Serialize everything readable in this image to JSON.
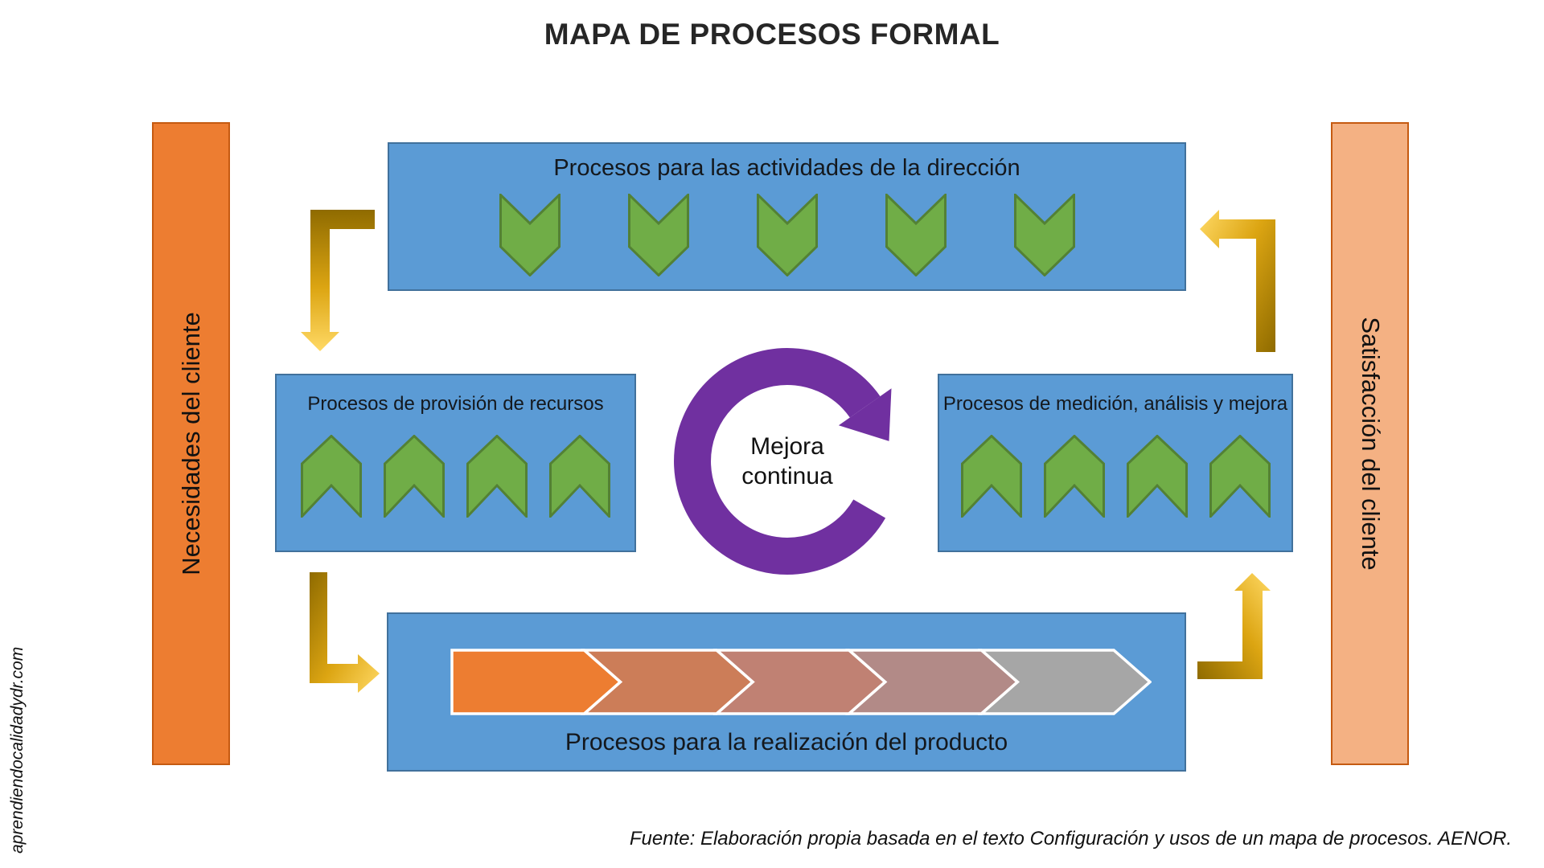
{
  "title": "MAPA DE PROCESOS FORMAL",
  "left_bar": {
    "label": "Necesidades del cliente",
    "fill": "#ED7D31",
    "border": "#C55A11"
  },
  "right_bar": {
    "label": "Satisfacción del cliente",
    "fill": "#F4B183",
    "border": "#C55A11"
  },
  "boxes": {
    "top": {
      "label": "Procesos para las actividades de la dirección",
      "chevron_count": 5,
      "chevron_direction": "down"
    },
    "left": {
      "label": "Procesos de provisión de recursos",
      "chevron_count": 4,
      "chevron_direction": "up"
    },
    "right": {
      "label": "Procesos de medición, análisis y mejora",
      "chevron_count": 4,
      "chevron_direction": "up"
    },
    "bottom": {
      "label": "Procesos para la realización del producto",
      "segment_colors": [
        "#ED7D31",
        "#CC7D58",
        "#C08173",
        "#B28A87",
        "#A6A6A6"
      ]
    }
  },
  "center_circle": {
    "label": "Mejora continua",
    "color": "#7030A0"
  },
  "colors": {
    "box_fill": "#5B9BD5",
    "box_border": "#41719C",
    "chevron_fill": "#70AD47",
    "chevron_border": "#538135",
    "gold_dark": "#8F6B00",
    "gold_mid": "#DCA512",
    "gold_bright": "#FFD965"
  },
  "footer": {
    "watermark": "aprendiendocalidadydr.com",
    "source": "Fuente: Elaboración propia basada en el texto Configuración y usos de un mapa de procesos. AENOR."
  }
}
